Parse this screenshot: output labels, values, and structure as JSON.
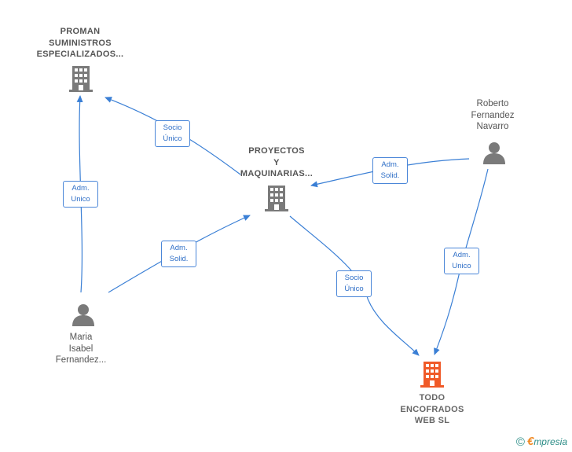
{
  "colors": {
    "edge": "#3a7fd5",
    "company_icon": "#7a7a7a",
    "focus_company_icon": "#f05a28",
    "person_icon": "#7a7a7a"
  },
  "nodes": {
    "proman": {
      "label": "PROMAN\nSUMINISTROS\nESPECIALIZADOS...",
      "icon": "building-icon"
    },
    "proyectos": {
      "label": "PROYECTOS\nY\nMAQUINARIAS...",
      "icon": "building-icon"
    },
    "todo": {
      "label": "TODO\nENCOFRADOS\nWEB  SL",
      "icon": "building-icon"
    },
    "roberto": {
      "label": "Roberto\nFernandez\nNavarro",
      "icon": "person-icon"
    },
    "maria": {
      "label": "Maria\nIsabel\nFernandez...",
      "icon": "person-icon"
    }
  },
  "edges": {
    "proyectos_proman": "Socio\nÚnico",
    "maria_proman": "Adm.\nUnico",
    "roberto_proyectos": "Adm.\nSolid.",
    "maria_proyectos": "Adm.\nSolid.",
    "proyectos_todo": "Socio\nÚnico",
    "roberto_todo": "Adm.\nUnico"
  },
  "brand": {
    "copyright": "©",
    "name_initial": "€",
    "name_rest": "mpresia"
  }
}
